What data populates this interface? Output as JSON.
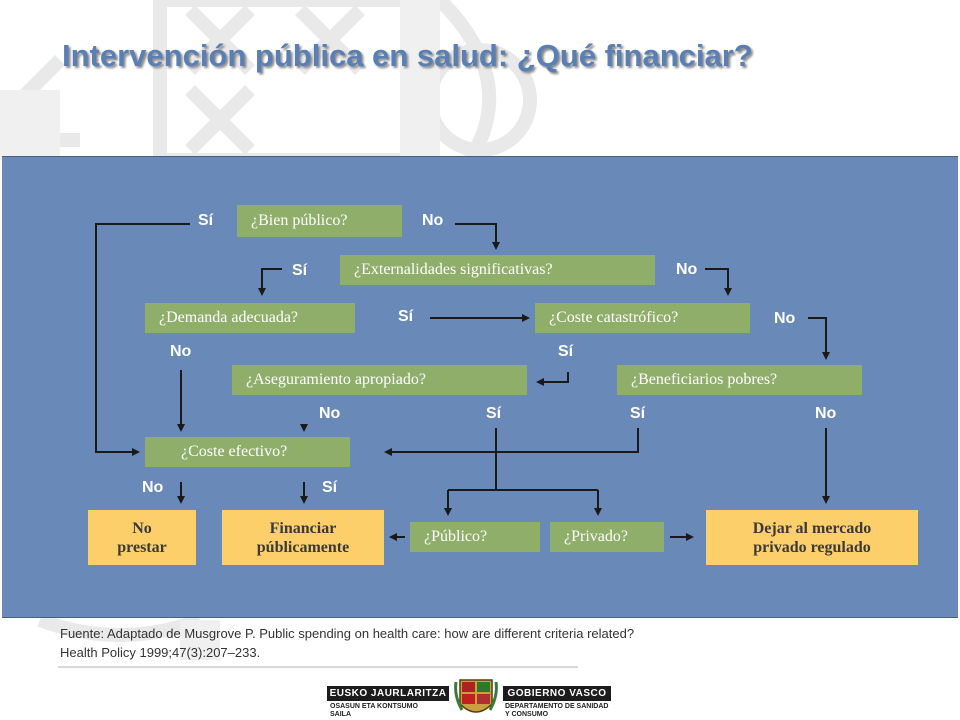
{
  "title": "Intervención pública en salud: ¿Qué financiar?",
  "questions": {
    "bien_publico": "¿Bien público?",
    "externalidades": "¿Externalidades significativas?",
    "demanda": "¿Demanda adecuada?",
    "coste_catastrofico": "¿Coste catastrófico?",
    "aseguramiento": "¿Aseguramiento apropiado?",
    "beneficiarios": "¿Beneficiarios pobres?",
    "coste_efectivo": "¿Coste efectivo?",
    "publico": "¿Público?",
    "privado": "¿Privado?"
  },
  "answers": {
    "si": "Sí",
    "no": "No"
  },
  "outcomes": {
    "no_prestar_1": "No",
    "no_prestar_2": "prestar",
    "financiar_1": "Financiar",
    "financiar_2": "públicamente",
    "dejar_1": "Dejar al mercado",
    "dejar_2": "privado regulado"
  },
  "source": {
    "line1": "Fuente: Adaptado de Musgrove P. Public spending on health care: how are different criteria related?",
    "line2": "Health Policy 1999;47(3):207–233."
  },
  "logos": {
    "left": "EUSKO JAURLARITZA",
    "right": "GOBIERNO VASCO",
    "dept_left": "OSASUN ETA KONTSUMO\nSAILA",
    "dept_right": "DEPARTAMENTO DE SANIDAD\nY CONSUMO"
  },
  "colors": {
    "panel": "#6989b8",
    "question_box": "#8fae6a",
    "outcome_box": "#fdcf6a",
    "title": "#5a7fb5"
  }
}
